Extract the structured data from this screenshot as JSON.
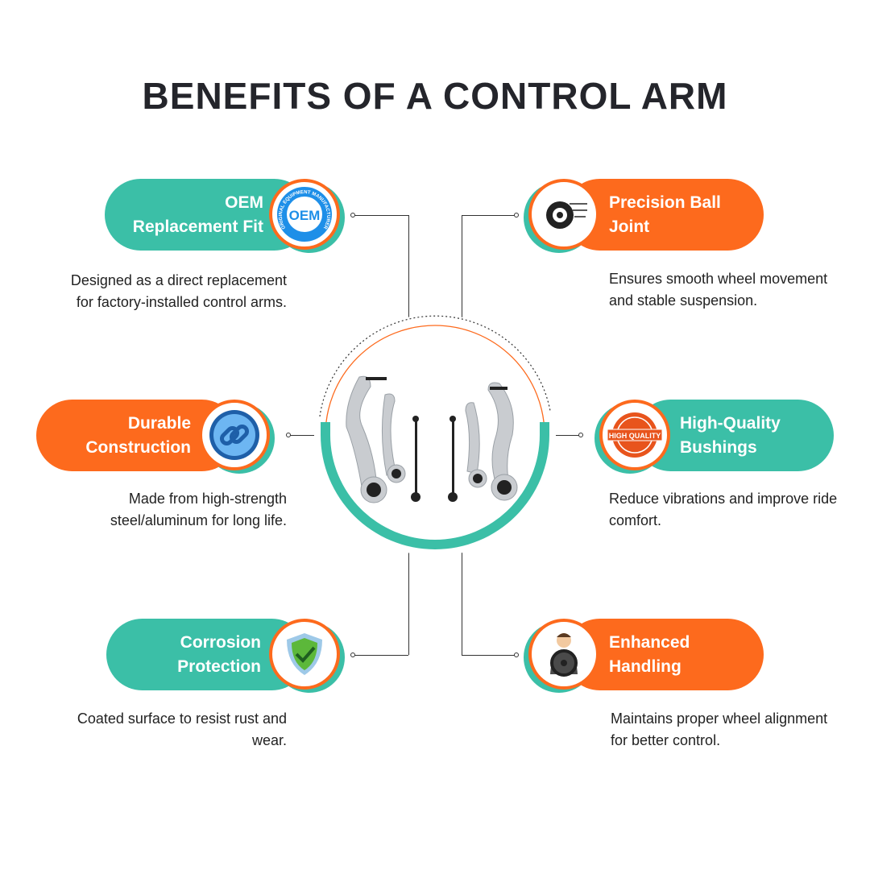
{
  "title": "BENEFITS OF A CONTROL ARM",
  "benefits": [
    {
      "title1": "OEM",
      "title2": "Replacement Fit",
      "desc": "Designed as a direct replacement for factory-installed control arms.",
      "icon": "oem-badge-icon"
    },
    {
      "title1": "Precision Ball",
      "title2": "Joint",
      "desc": "Ensures smooth wheel movement and stable suspension.",
      "icon": "wheel-icon"
    },
    {
      "title1": "Durable",
      "title2": "Construction",
      "desc": "Made from high-strength steel/aluminum for long life.",
      "icon": "chain-link-icon"
    },
    {
      "title1": "High-Quality",
      "title2": "Bushings",
      "desc": "Reduce vibrations and improve ride comfort.",
      "icon": "high-quality-badge-icon"
    },
    {
      "title1": "Corrosion",
      "title2": "Protection",
      "desc": "Coated surface to resist rust and wear.",
      "icon": "shield-check-icon"
    },
    {
      "title1": "Enhanced",
      "title2": "Handling",
      "desc": "Maintains proper wheel alignment for better control.",
      "icon": "driver-steering-icon"
    }
  ],
  "badges": {
    "oem": "OEM",
    "oem_ring": "ORIGINAL EQUIPMENT MANUFACTURER",
    "hq": "HIGH QUALITY"
  },
  "colors": {
    "teal": "#3bbfa7",
    "orange": "#fd6a1d",
    "title": "#24252b"
  }
}
